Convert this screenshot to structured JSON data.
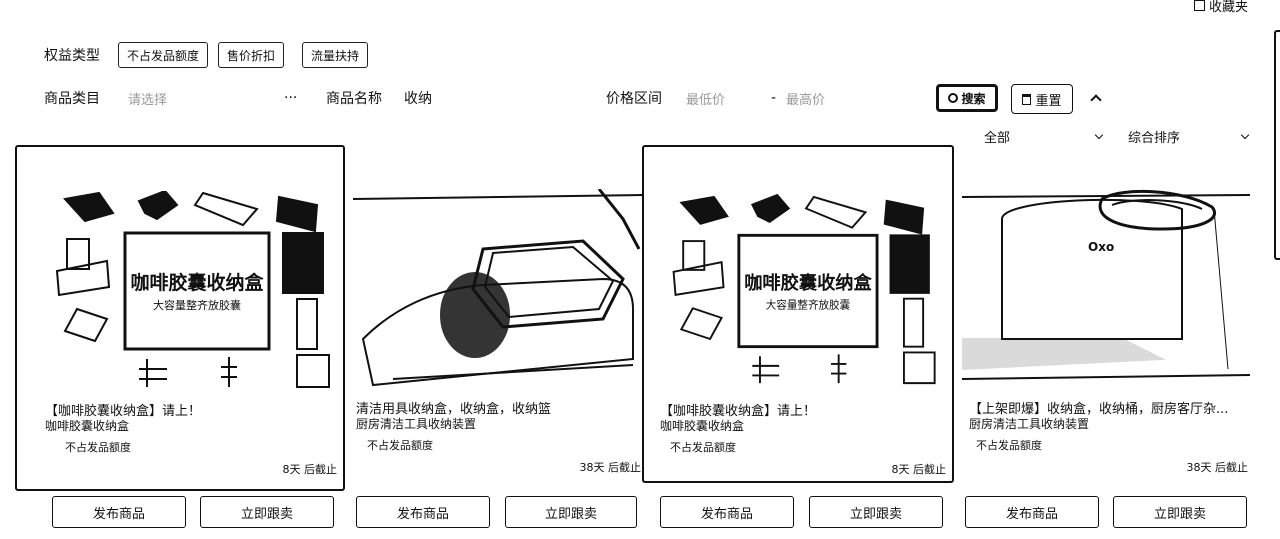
{
  "topright": {
    "label": "收藏夹"
  },
  "filters": {
    "rights_label": "权益类型",
    "rights_tags": [
      "不占发品额度",
      "售价折扣",
      "流量扶持"
    ],
    "category_label": "商品类目",
    "category_placeholder": "请选择",
    "more": "···",
    "name_label": "商品名称",
    "name_value": "收纳",
    "price_label": "价格区间",
    "price_min_placeholder": "最低价",
    "price_sep": "-",
    "price_max_placeholder": "最高价",
    "search_label": "搜索",
    "reset_label": "重置",
    "status_select": "全部",
    "sort_select": "综合排序"
  },
  "products": [
    {
      "title": "【咖啡胶囊收纳盒】请上！",
      "subtitle": "咖啡胶囊收纳盒",
      "rights": "不占发品额度",
      "deadline": "8天 后截止",
      "image_caption": "咖啡胶囊收纳盒",
      "image_caption2": "大容量整齐放胶囊"
    },
    {
      "title": "清洁用具收纳盒，收纳盒，收纳篮",
      "subtitle": "厨房清洁工具收纳装置",
      "rights": "不占发品额度",
      "deadline": "38天 后截止"
    },
    {
      "title": "【咖啡胶囊收纳盒】请上！",
      "subtitle": "咖啡胶囊收纳盒",
      "rights": "不占发品额度",
      "deadline": "8天 后截止",
      "image_caption": "咖啡胶囊收纳盒",
      "image_caption2": "大容量整齐放胶囊"
    },
    {
      "title": "【上架即爆】收纳盒，收纳桶，厨房客厅杂...",
      "subtitle": "厨房清洁工具收纳装置",
      "rights": "不占发品额度",
      "deadline": "38天 后截止",
      "image_caption": "Oxo"
    }
  ],
  "actions": {
    "publish": "发布商品",
    "follow": "立即跟卖"
  }
}
